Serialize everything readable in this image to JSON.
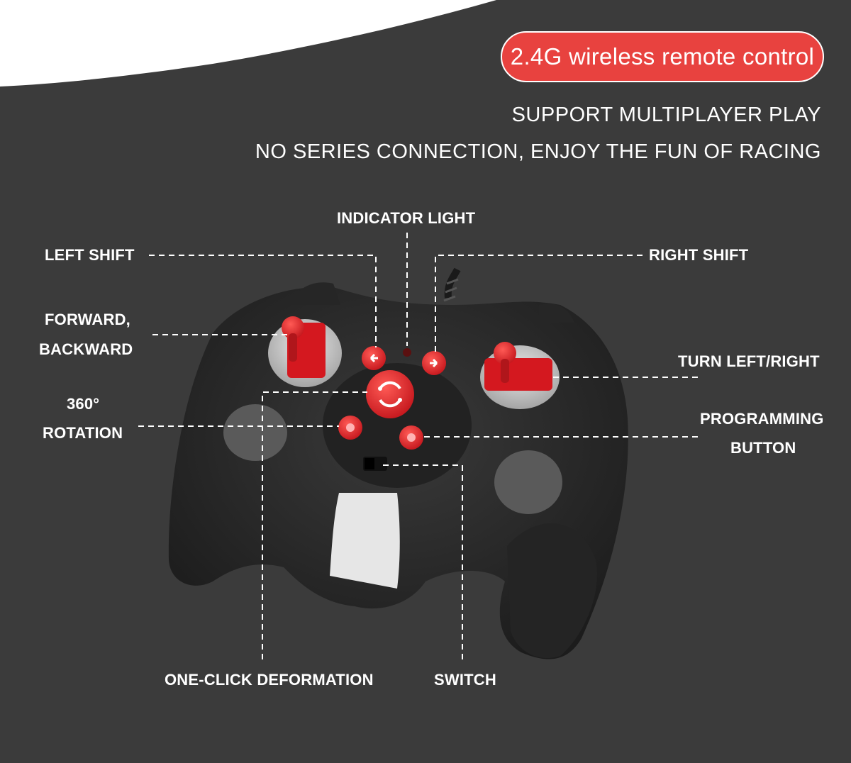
{
  "badge": {
    "text": "2.4G wireless remote control",
    "color": "#e8423f"
  },
  "headline": {
    "line1": "SUPPORT MULTIPLAYER PLAY",
    "line2": "NO SERIES CONNECTION, ENJOY THE FUN OF RACING"
  },
  "callouts": {
    "indicator_light": "INDICATOR LIGHT",
    "left_shift": "LEFT SHIFT",
    "right_shift": "RIGHT SHIFT",
    "forward_backward_1": "FORWARD,",
    "forward_backward_2": "BACKWARD",
    "turn_left_right": "TURN LEFT/RIGHT",
    "rotation_1": "360°",
    "rotation_2": "ROTATION",
    "programming_1": "PROGRAMMING",
    "programming_2": "BUTTON",
    "one_click_deformation": "ONE-CLICK DEFORMATION",
    "switch": "SWITCH"
  },
  "colors": {
    "background": "#3b3b3b",
    "accent_red": "#e8423f",
    "controller_body": "#2a2a2a"
  },
  "icons": [
    "remote-controller",
    "joystick",
    "arrow-left-icon",
    "arrow-right-icon",
    "deform-icon",
    "indicator-led"
  ]
}
